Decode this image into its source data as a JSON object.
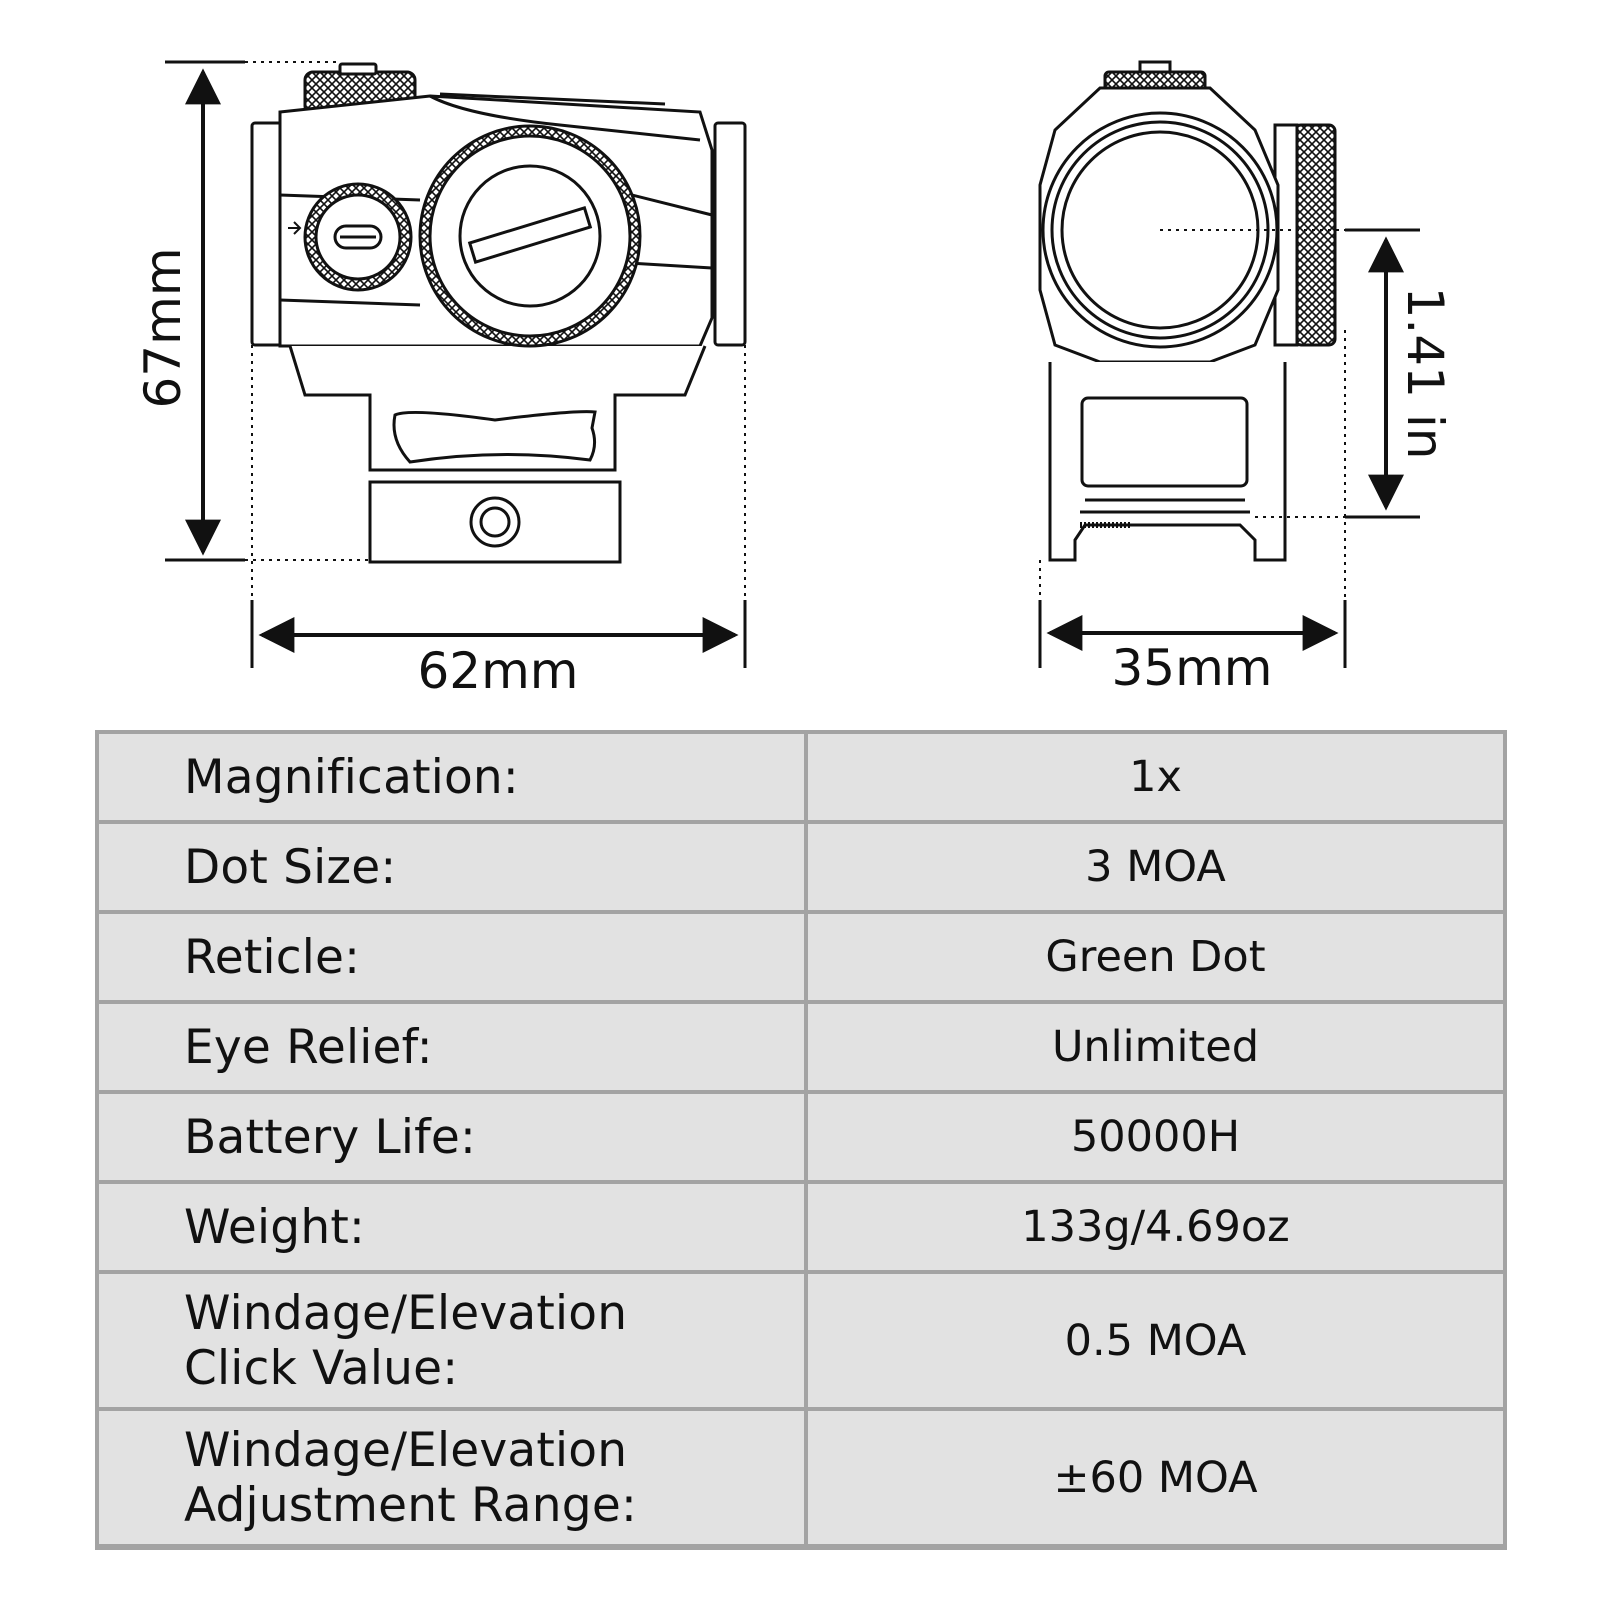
{
  "dimensions": {
    "height": "67mm",
    "width_side": "62mm",
    "width_front": "35mm",
    "optical_axis_height": "1.41 in"
  },
  "specs": [
    {
      "label_lines": [
        "Magnification:"
      ],
      "value": "1x"
    },
    {
      "label_lines": [
        "Dot Size:"
      ],
      "value": "3 MOA"
    },
    {
      "label_lines": [
        "Reticle:"
      ],
      "value": "Green Dot"
    },
    {
      "label_lines": [
        "Eye Relief:"
      ],
      "value": "Unlimited"
    },
    {
      "label_lines": [
        "Battery Life:"
      ],
      "value": "50000H"
    },
    {
      "label_lines": [
        "Weight:"
      ],
      "value": "133g/4.69oz"
    },
    {
      "label_lines": [
        "Windage/Elevation",
        "Click Value:"
      ],
      "value": "0.5 MOA"
    },
    {
      "label_lines": [
        "Windage/Elevation",
        "Adjustment Range:"
      ],
      "value": "±60 MOA"
    }
  ],
  "colors": {
    "table_border": "#a3a3a3",
    "table_cell": "#e2e2e2",
    "line": "#111111"
  }
}
